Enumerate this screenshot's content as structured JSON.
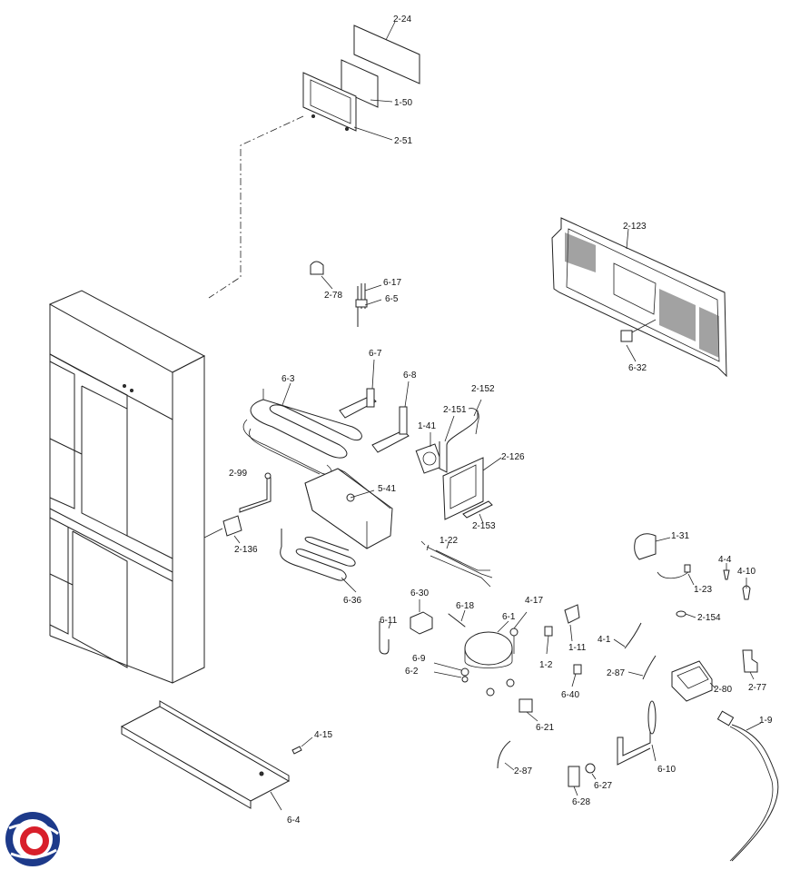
{
  "diagram": {
    "labels": {
      "p2_24": "2-24",
      "p1_50": "1-50",
      "p2_51": "2-51",
      "p2_123": "2-123",
      "p6_32": "6-32",
      "p2_78": "2-78",
      "p6_17": "6-17",
      "p6_5": "6-5",
      "p6_7": "6-7",
      "p6_3": "6-3",
      "p6_8": "6-8",
      "p2_152": "2-152",
      "p2_151": "2-151",
      "p1_41": "1-41",
      "p2_126": "2-126",
      "p2_99": "2-99",
      "p5_41": "5-41",
      "p2_153": "2-153",
      "p2_136": "2-136",
      "p1_22": "1-22",
      "p6_36": "6-36",
      "p1_31": "1-31",
      "p4_4": "4-4",
      "p4_10": "4-10",
      "p1_23": "1-23",
      "p2_154": "2-154",
      "p6_30": "6-30",
      "p6_18": "6-18",
      "p4_17": "4-17",
      "p6_1": "6-1",
      "p6_11": "6-11",
      "p1_11": "1-11",
      "p1_2": "1-2",
      "p4_1": "4-1",
      "p6_9": "6-9",
      "p6_2": "6-2",
      "p6_40": "6-40",
      "p2_87a": "2-87",
      "p2_80": "2-80",
      "p2_77": "2-77",
      "p6_21": "6-21",
      "p1_9": "1-9",
      "p4_15": "4-15",
      "p6_10": "6-10",
      "p2_87b": "2-87",
      "p6_27": "6-27",
      "p6_28": "6-28",
      "p6_4": "6-4"
    }
  }
}
